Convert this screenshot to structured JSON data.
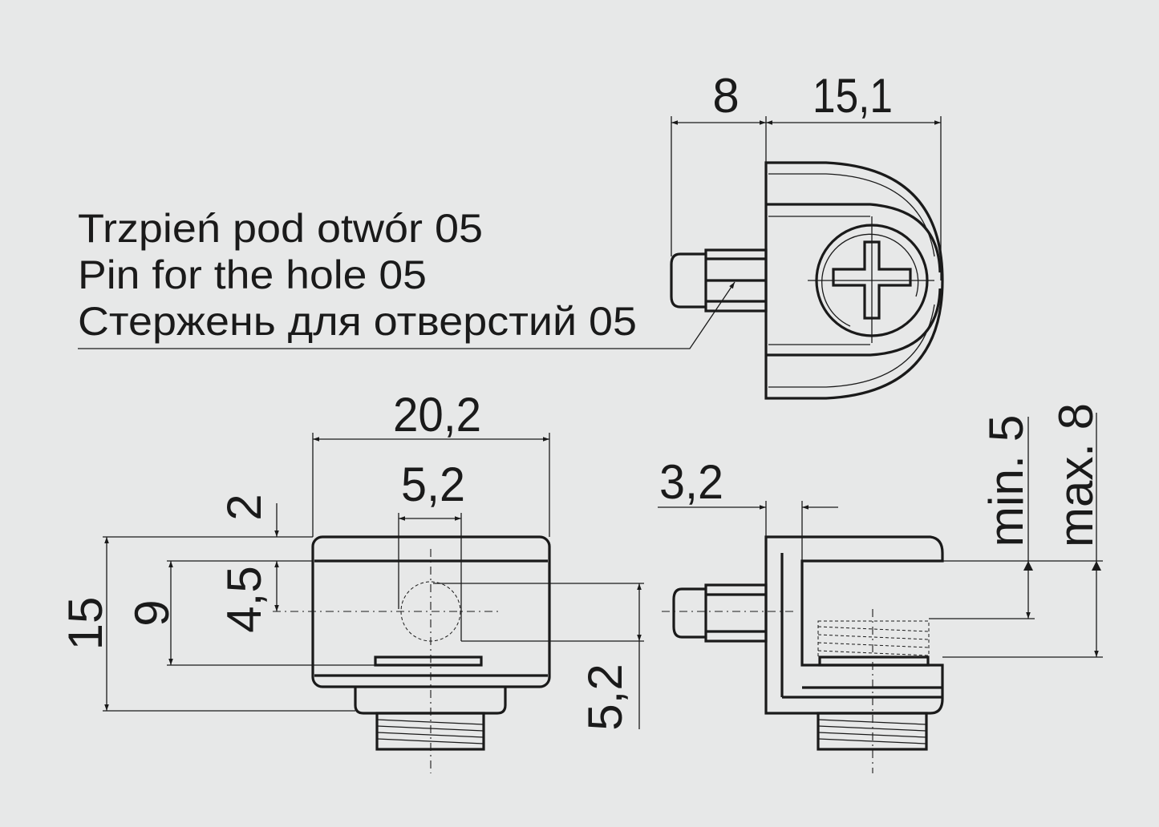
{
  "labels": {
    "polish": "Trzpień pod otwór 05",
    "english": "Pin for the hole 05",
    "russian": "Стержень для отверстий  05"
  },
  "dimensions": {
    "top_pin": "8",
    "top_body": "15,1",
    "width": "20,2",
    "hole": "5,2",
    "height_total": "15",
    "height_9": "9",
    "offset_2": "2",
    "offset_4_5": "4,5",
    "offset_5_2": "5,2",
    "pin_3_2": "3,2",
    "glass_min": "min. 5",
    "glass_max": "max. 8"
  }
}
